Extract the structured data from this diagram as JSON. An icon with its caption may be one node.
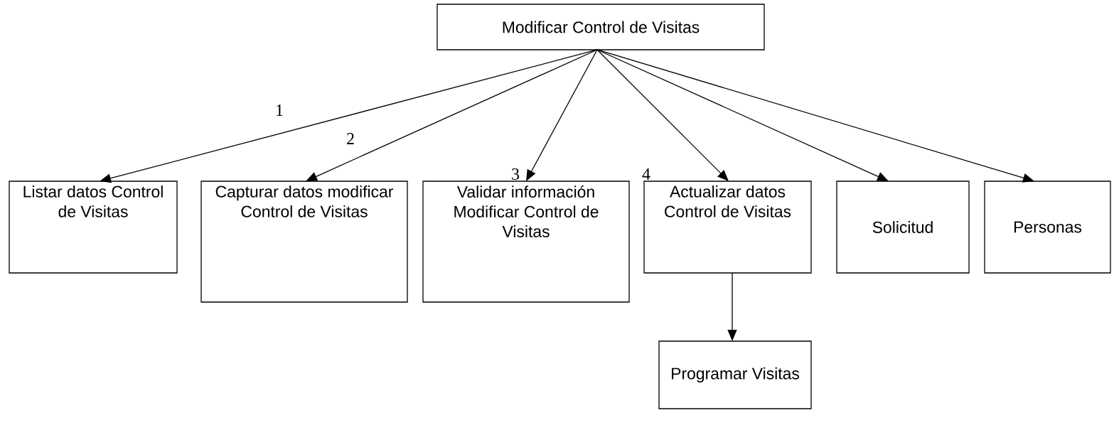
{
  "diagram": {
    "nodes": [
      {
        "text": [
          "Modificar Control de Visitas"
        ]
      },
      {
        "text": [
          "Listar datos Control de Visitas"
        ]
      },
      {
        "text": [
          "Capturar datos modificar Control de Visitas"
        ]
      },
      {
        "text": [
          "Validar información Modificar Control de Visitas"
        ]
      },
      {
        "text": [
          "Actualizar datos Control de Visitas"
        ]
      },
      {
        "text": [
          "Solicitud"
        ]
      },
      {
        "text": [
          "Personas"
        ]
      },
      {
        "text": [
          "Programar Visitas"
        ]
      }
    ],
    "edges": [
      {
        "from": 0,
        "to": 1,
        "arrow": "to"
      },
      {
        "from": 0,
        "to": 2,
        "arrow": "to"
      },
      {
        "from": 0,
        "to": 3,
        "arrow": "to"
      },
      {
        "from": 0,
        "to": 4,
        "arrow": "to"
      },
      {
        "from": 0,
        "to": 5,
        "arrow": "to"
      },
      {
        "from": 0,
        "to": 6,
        "arrow": "to"
      },
      {
        "from": 4,
        "to": 7,
        "arrow": "to"
      }
    ],
    "labels": [
      "1",
      "2",
      "3",
      "4"
    ]
  }
}
